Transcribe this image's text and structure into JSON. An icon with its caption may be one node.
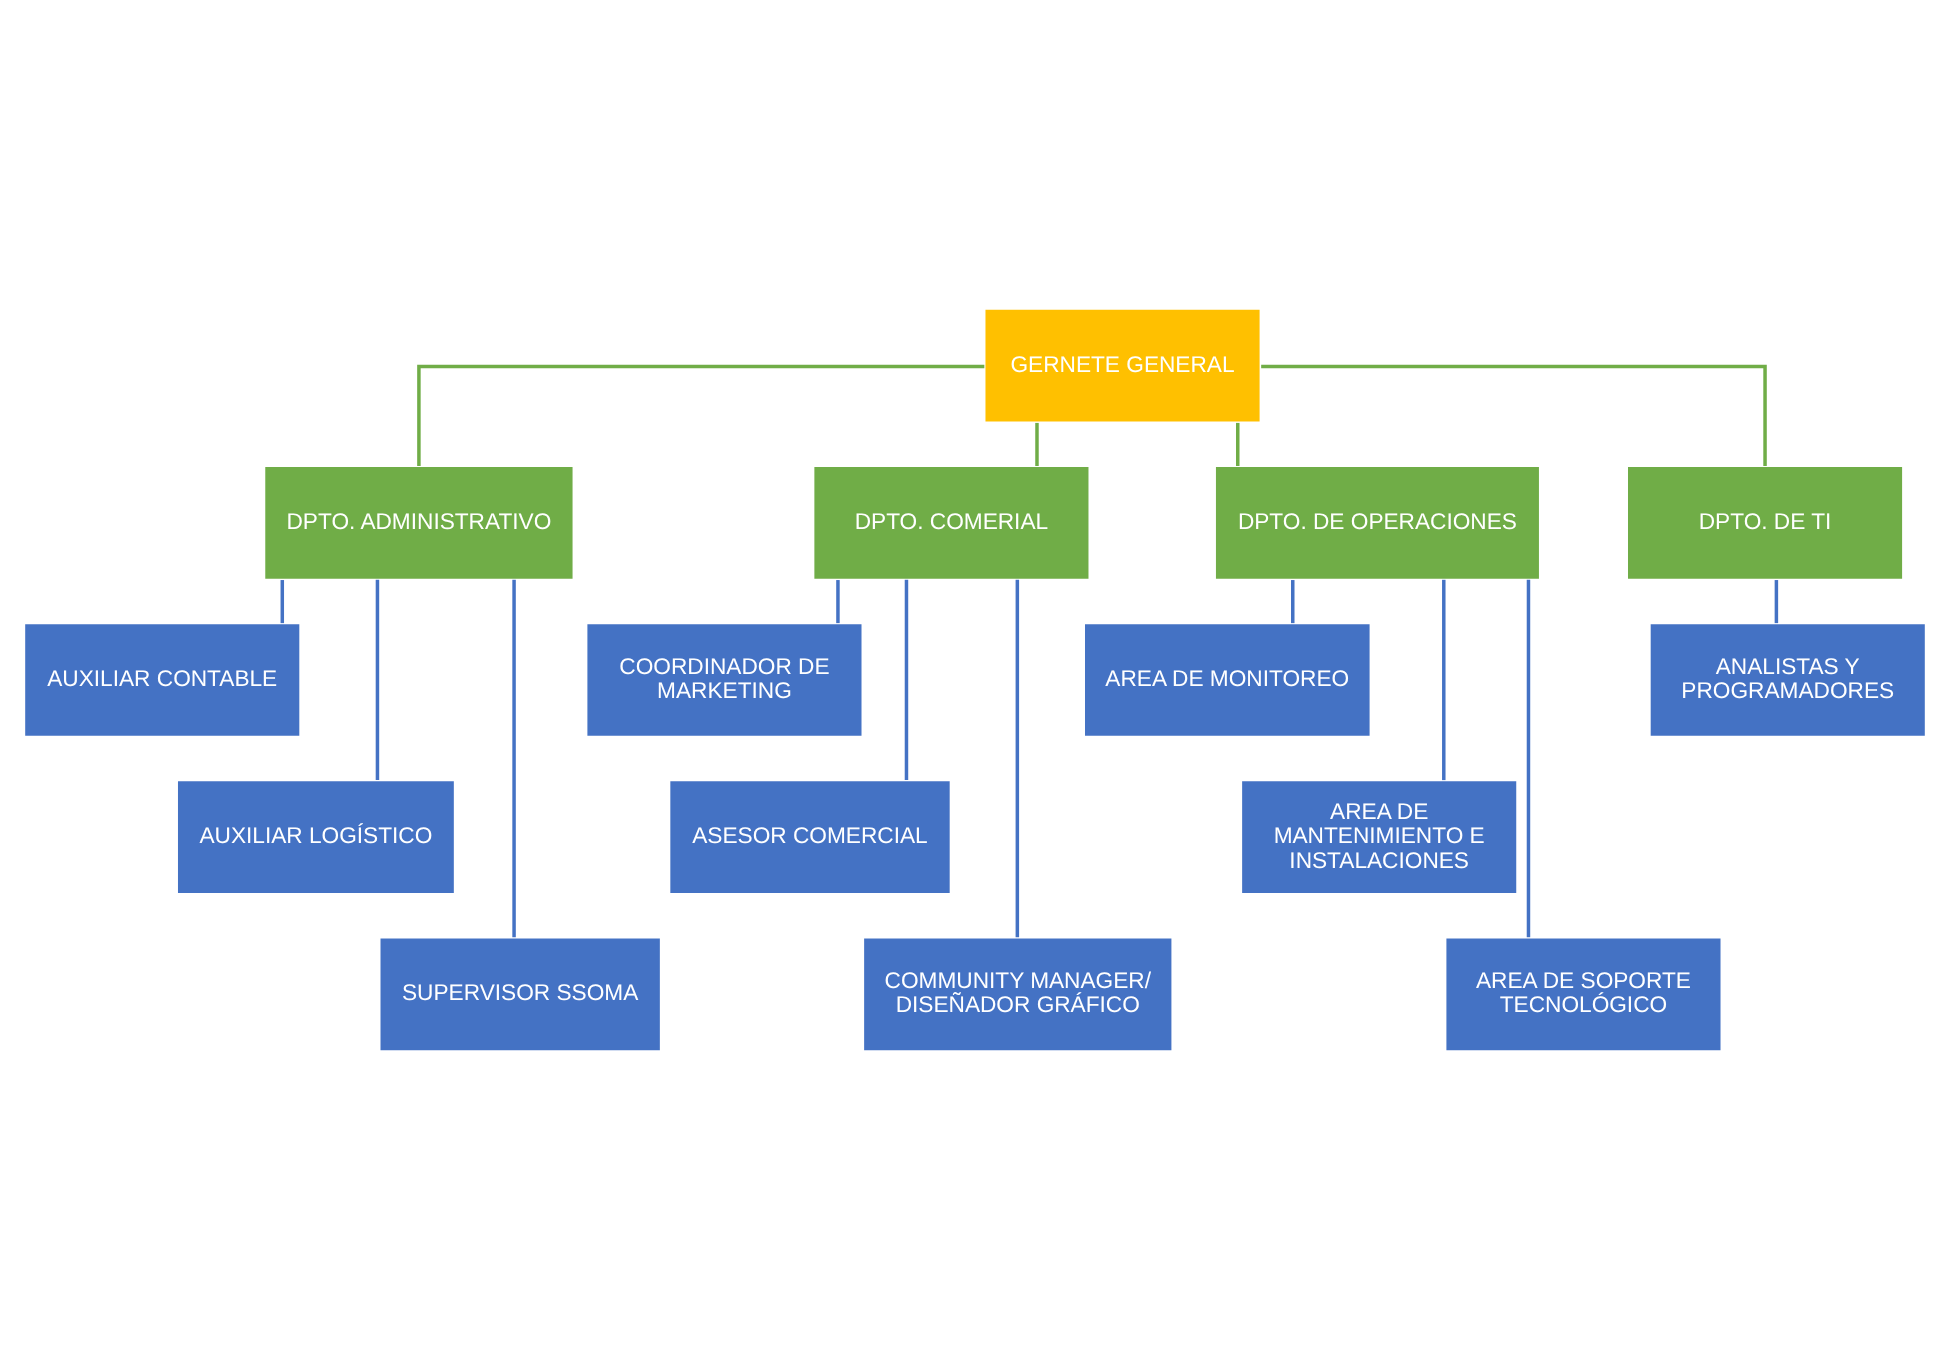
{
  "diagram": {
    "nodes": [
      {
        "text": [
          "GERNETE GENERAL"
        ]
      },
      {
        "text": [
          "DPTO. ADMINISTRATIVO"
        ]
      },
      {
        "text": [
          "DPTO. COMERIAL"
        ]
      },
      {
        "text": [
          "DPTO. DE OPERACIONES"
        ]
      },
      {
        "text": [
          "DPTO. DE TI"
        ]
      },
      {
        "text": [
          "AUXILIAR CONTABLE"
        ]
      },
      {
        "text": [
          "AUXILIAR LOGÍSTICO"
        ]
      },
      {
        "text": [
          "SUPERVISOR SSOMA"
        ]
      },
      {
        "text": [
          "COORDINADOR DE MARKETING"
        ]
      },
      {
        "text": [
          "ASESOR COMERCIAL"
        ]
      },
      {
        "text": [
          "COMMUNITY MANAGER/ DISEÑADOR GRÁFICO"
        ]
      },
      {
        "text": [
          "AREA DE MONITOREO"
        ]
      },
      {
        "text": [
          "AREA DE MANTENIMIENTO E INSTALACIONES"
        ]
      },
      {
        "text": [
          "AREA DE SOPORTE TECNOLÓGICO"
        ]
      },
      {
        "text": [
          "ANALISTAS Y PROGRAMADORES"
        ]
      }
    ],
    "edges": [
      {
        "from": 0,
        "to": 1,
        "arrow": "none",
        "color": "#70ad47"
      },
      {
        "from": 0,
        "to": 2,
        "arrow": "none",
        "color": "#70ad47"
      },
      {
        "from": 0,
        "to": 3,
        "arrow": "none",
        "color": "#70ad47"
      },
      {
        "from": 0,
        "to": 4,
        "arrow": "none",
        "color": "#70ad47"
      },
      {
        "from": 1,
        "to": 5,
        "arrow": "none"
      },
      {
        "from": 1,
        "to": 6,
        "arrow": "none"
      },
      {
        "from": 1,
        "to": 7,
        "arrow": "none"
      },
      {
        "from": 2,
        "to": 8,
        "arrow": "none"
      },
      {
        "from": 2,
        "to": 9,
        "arrow": "none"
      },
      {
        "from": 2,
        "to": 10,
        "arrow": "none"
      },
      {
        "from": 3,
        "to": 11,
        "arrow": "none"
      },
      {
        "from": 3,
        "to": 12,
        "arrow": "none"
      },
      {
        "from": 3,
        "to": 13,
        "arrow": "none"
      },
      {
        "from": 4,
        "to": 14,
        "arrow": "none"
      }
    ]
  }
}
